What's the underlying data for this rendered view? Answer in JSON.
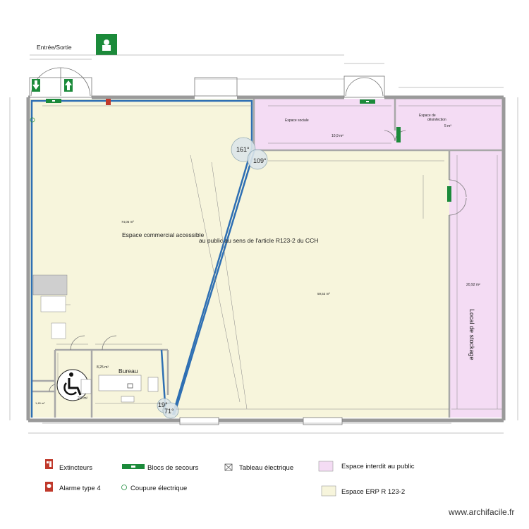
{
  "header": {
    "entrance_label": "Entrée/Sortie"
  },
  "rooms": {
    "commercial_area": "74,05 m²",
    "commercial_title": "Espace commercial accessible",
    "commercial_subtitle": "au public au sens de l'article R123-2 du CCH",
    "commercial_area_2": "59,53 m²",
    "social_title": "Espace sociale",
    "social_area": "10,9 m²",
    "disinfection_title": "Espace de",
    "disinfection_title_2": "désinfection",
    "disinfection_area": "5 m²",
    "storage_title": "Local de stockage",
    "storage_area": "20,92 m²",
    "office_title": "Bureau",
    "office_area": "8,25 m²",
    "wc_area": "2,5 m²",
    "small_area": "1,45 m²",
    "angle_161": "161°",
    "angle_109": "109°",
    "angle_19": "19°",
    "angle_71": "71°"
  },
  "colors": {
    "erp_fill": "#f7f5dc",
    "forbidden_fill": "#f4dcf4",
    "wall": "#9a9a9a",
    "blue_line": "#2e6fb3",
    "green_sign": "#1b8a3a",
    "red_icon": "#c0392b"
  },
  "legend": {
    "extinguishers": "Extincteurs",
    "emergency_lights": "Blocs de secours",
    "electrical_panel": "Tableau électrique",
    "forbidden_space": "Espace interdit au public",
    "alarm": "Alarme type 4",
    "power_cut": "Coupure électrique",
    "erp_space": "Espace  ERP R 123-2"
  },
  "footer": {
    "credit": "www.archifacile.fr"
  }
}
